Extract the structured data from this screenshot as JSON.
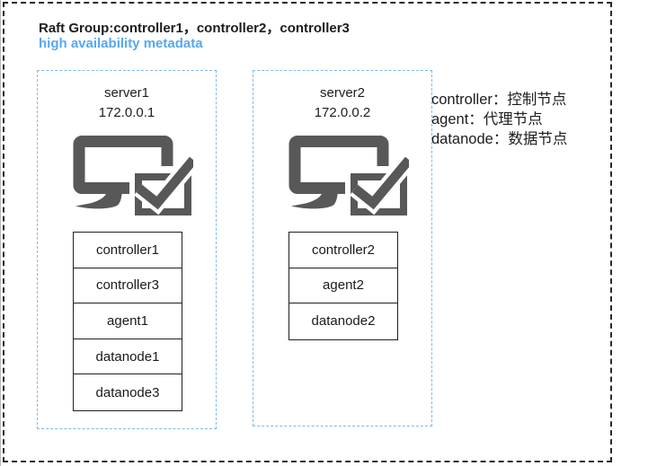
{
  "header": {
    "title": "Raft Group:controller1，controller2，controller3",
    "subtitle": "high availability metadata"
  },
  "servers": [
    {
      "name": "server1",
      "ip": "172.0.0.1",
      "nodes": [
        "controller1",
        "controller3",
        "agent1",
        "datanode1",
        "datanode3"
      ]
    },
    {
      "name": "server2",
      "ip": "172.0.0.2",
      "nodes": [
        "controller2",
        "agent2",
        "datanode2"
      ]
    }
  ],
  "legend": {
    "items": [
      {
        "text": "controller：控制节点"
      },
      {
        "text": "agent：代理节点"
      },
      {
        "text": "datanode：数据节点"
      }
    ]
  },
  "colors": {
    "subtitle_blue": "#56a8f0",
    "box_dash_blue": "#7db9ee",
    "outer_dash": "#2a2a2a",
    "icon_gray": "#585858",
    "text_black": "#1c1c1c"
  },
  "icons": {
    "server_icon": "monitor-with-checkmark"
  }
}
